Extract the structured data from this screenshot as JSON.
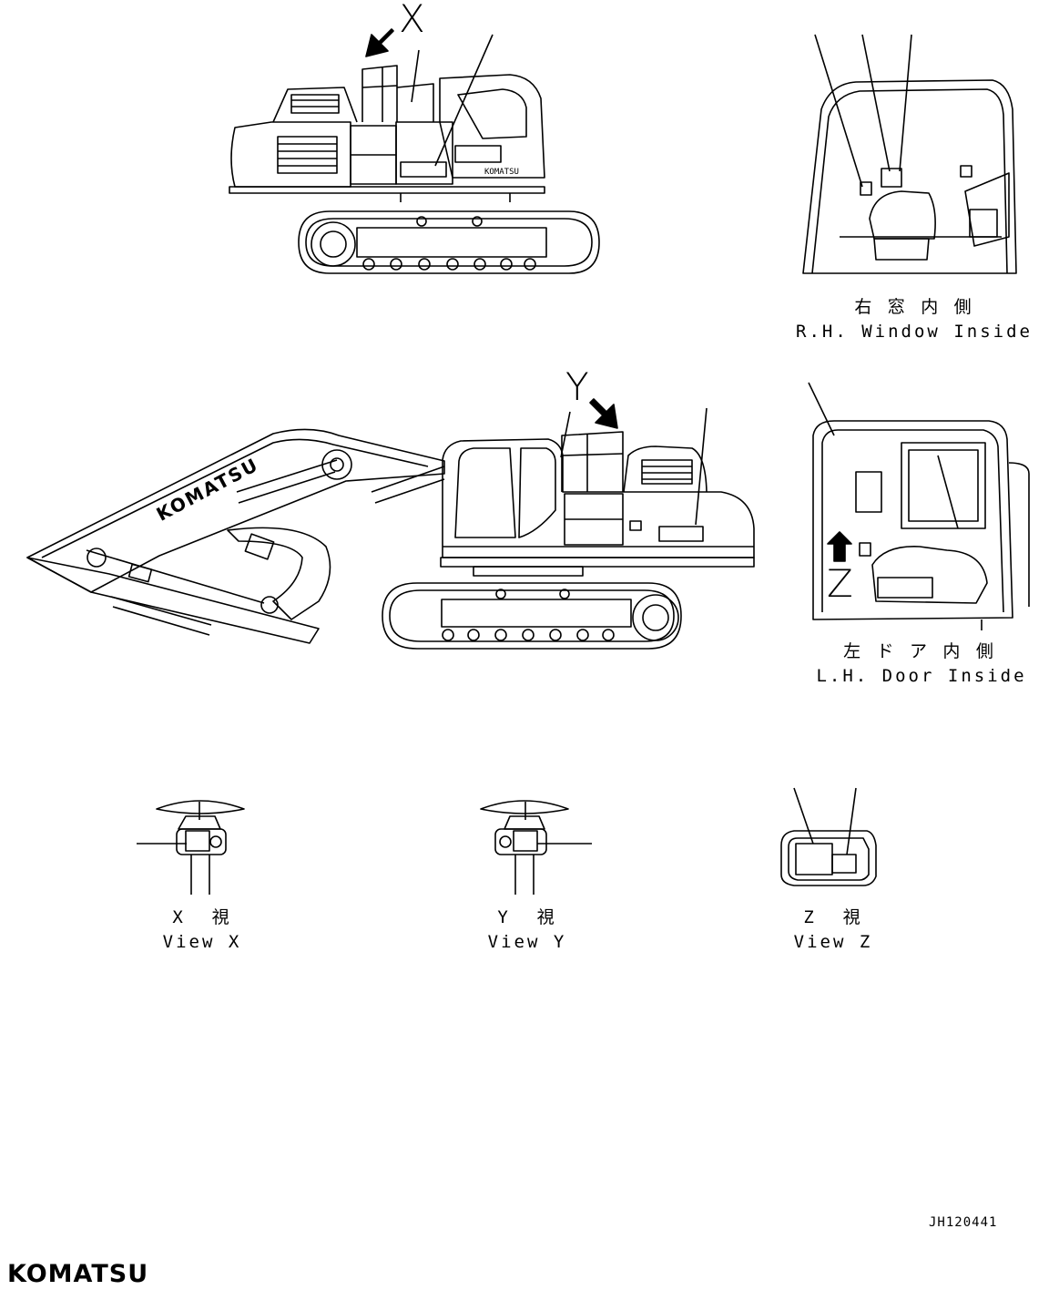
{
  "views": {
    "x_letter": "X",
    "y_letter": "Y",
    "z_letter": "Z",
    "rh_window_jp": "右 窓 内 側",
    "rh_window_en": "R.H. Window Inside",
    "lh_door_jp": "左 ド ア 内 側",
    "lh_door_en": "L.H. Door Inside",
    "view_x_jp": "X  視",
    "view_x_en": "View X",
    "view_y_jp": "Y  視",
    "view_y_en": "View Y",
    "view_z_jp": "Z  視",
    "view_z_en": "View Z"
  },
  "decals": {
    "machine_brand": "KOMATSU",
    "boom_brand": "KOMATSU"
  },
  "doc_number": "JH120441",
  "footer_logo": "KOMATSU"
}
